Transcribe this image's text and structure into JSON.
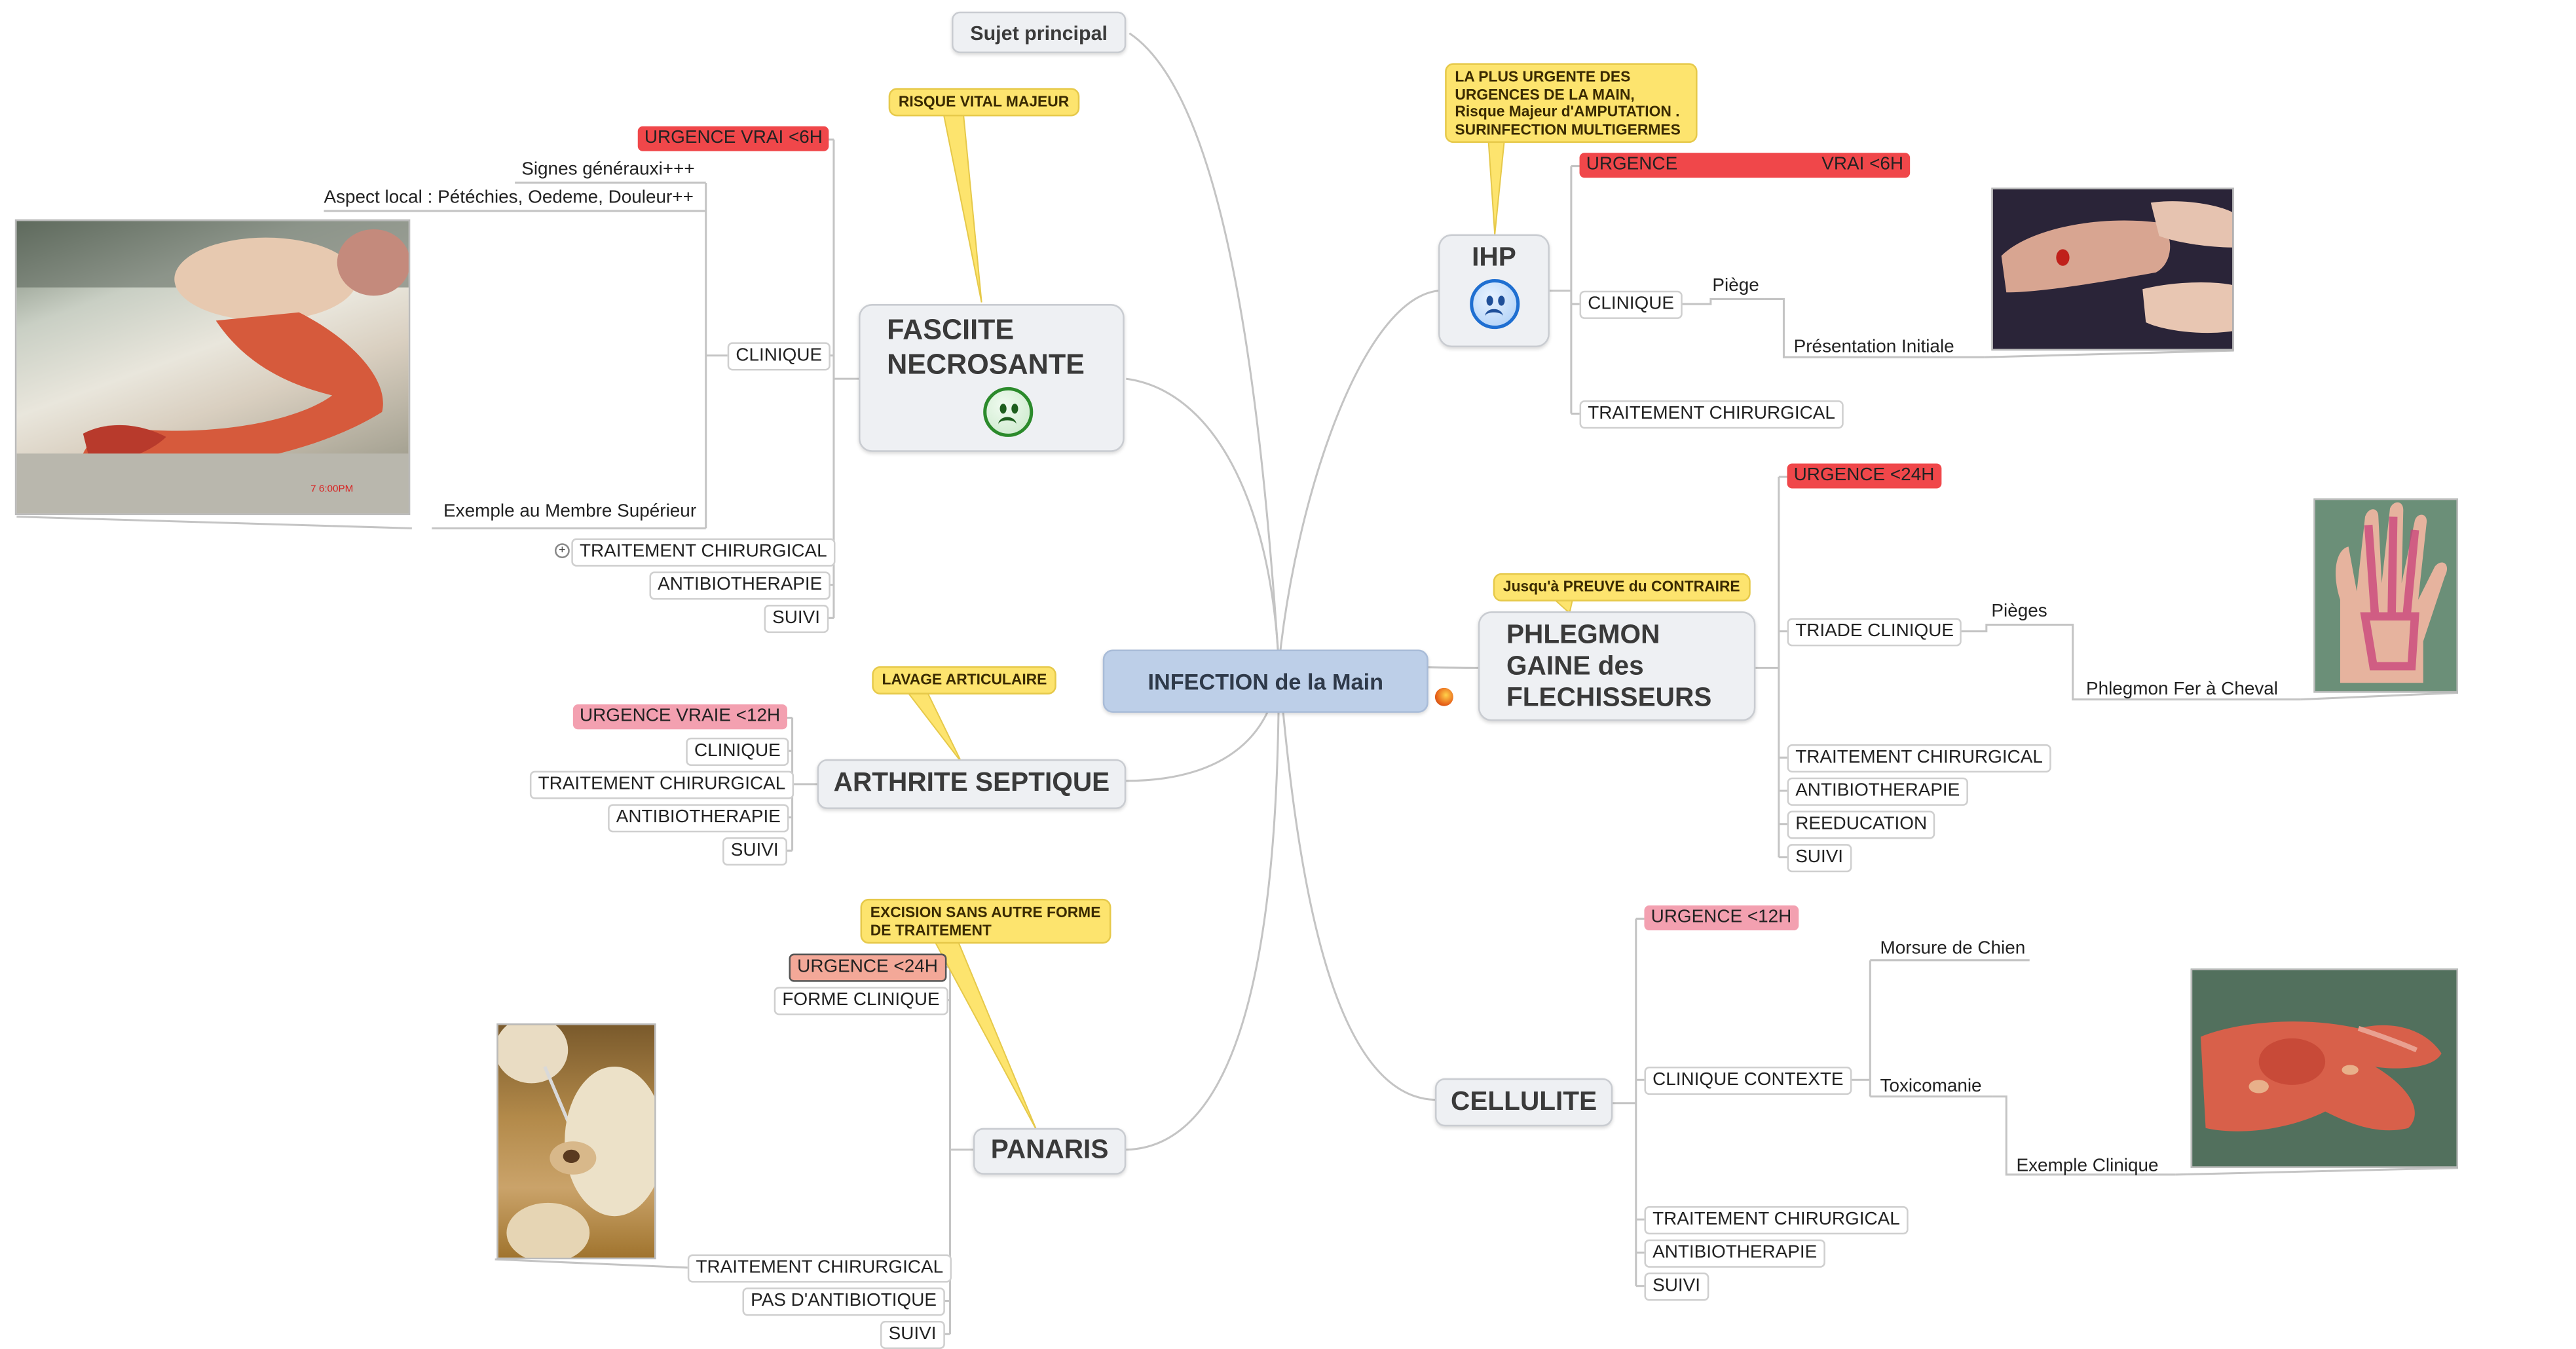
{
  "mindmap": {
    "floating_topic": "Sujet principal",
    "center": "INFECTION de la Main",
    "branches": {
      "fasciite": {
        "title_line1": "FASCIITE",
        "title_line2": "NECROSANTE",
        "icon": "sad-face-icon",
        "callout": "RISQUE VITAL MAJEUR",
        "urgence": "URGENCE VRAI <6H",
        "signes": "Signes générauxi+++",
        "aspect": "Aspect local : Pétéchies, Oedeme, Douleur++",
        "clinique": "CLINIQUE",
        "exemple": "Exemple au Membre Supérieur",
        "photo_stamp": "7   6:00PM",
        "traitement": "TRAITEMENT CHIRURGICAL",
        "antibio": "ANTIBIOTHERAPIE",
        "suivi": "SUIVI"
      },
      "arthrite": {
        "title": "ARTHRITE SEPTIQUE",
        "callout": "LAVAGE ARTICULAIRE",
        "urgence": "URGENCE VRAIE <12H",
        "clinique": "CLINIQUE",
        "traitement": "TRAITEMENT CHIRURGICAL",
        "antibio": "ANTIBIOTHERAPIE",
        "suivi": "SUIVI"
      },
      "panaris": {
        "title": "PANARIS",
        "callout_line1": "EXCISION SANS AUTRE FORME",
        "callout_line2": "DE TRAITEMENT",
        "urgence": "URGENCE <24H",
        "forme": "FORME CLINIQUE",
        "traitement": "TRAITEMENT CHIRURGICAL",
        "pas_antibio": "PAS D'ANTIBIOTIQUE",
        "suivi": "SUIVI"
      },
      "ihp": {
        "title": "IHP",
        "icon": "sad-face-icon",
        "callout_line1": "LA PLUS URGENTE DES",
        "callout_line2": "URGENCES DE LA MAIN,",
        "callout_line3": "Risque Majeur d'AMPUTATION .",
        "callout_line4": "SURINFECTION MULTIGERMES",
        "urgence_left": "URGENCE",
        "urgence_right": "VRAI <6H",
        "clinique": "CLINIQUE",
        "piege": "Piège",
        "presentation": "Présentation Initiale",
        "traitement": "TRAITEMENT CHIRURGICAL"
      },
      "phlegmon": {
        "title_line1": "PHLEGMON",
        "title_line2": "GAINE des",
        "title_line3": "FLECHISSEURS",
        "callout": "Jusqu'à PREUVE du CONTRAIRE",
        "urgence": "URGENCE <24H",
        "triade": "TRIADE CLINIQUE",
        "pieges": "Pièges",
        "fer": "Phlegmon Fer à Cheval",
        "traitement": "TRAITEMENT CHIRURGICAL",
        "antibio": "ANTIBIOTHERAPIE",
        "reeducation": "REEDUCATION",
        "suivi": "SUIVI"
      },
      "cellulite": {
        "title": "CELLULITE",
        "urgence": "URGENCE <12H",
        "contexte": "CLINIQUE CONTEXTE",
        "morsure": "Morsure de Chien",
        "toxico": "Toxicomanie",
        "exemple": "Exemple Clinique",
        "traitement": "TRAITEMENT CHIRURGICAL",
        "antibio": "ANTIBIOTHERAPIE",
        "suivi": "SUIVI"
      }
    },
    "colors": {
      "urgence_red": "#f0474a",
      "urgence_pink": "#f3a0b0",
      "urgence_salmon": "#f3a898",
      "callout_yellow": "#fde46e",
      "center_blue": "#bdcfe8",
      "connector_gray": "#c4c4c4"
    }
  }
}
